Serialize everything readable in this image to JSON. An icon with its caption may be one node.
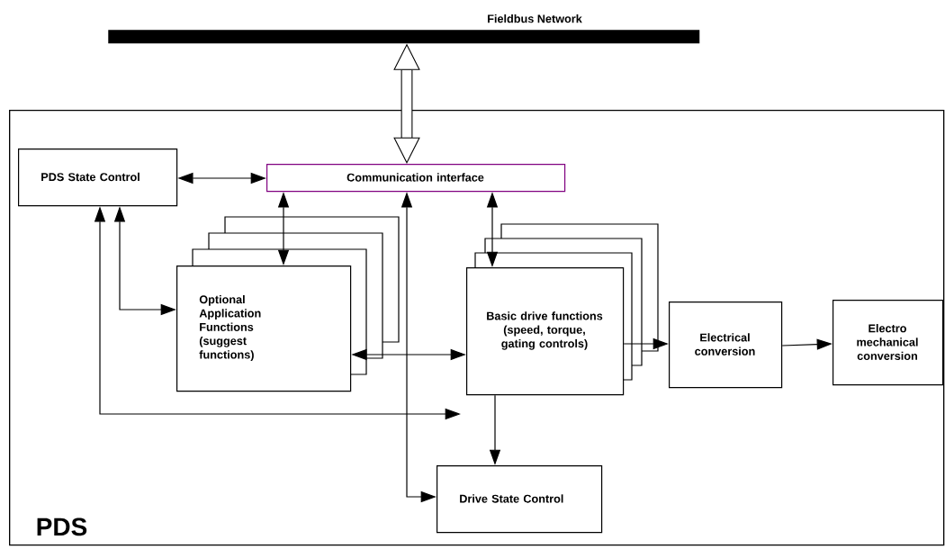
{
  "diagram": {
    "nodes": [
      {
        "text": [
          "PDS"
        ]
      },
      {
        "text": [
          "Fieldbus Network"
        ]
      },
      {
        "text": [
          "PDS State Control"
        ],
        "in": 0
      },
      {
        "text": [
          "Communication interface"
        ],
        "in": 0
      },
      {
        "text": [
          "Optional Application Functions (suggest functions)"
        ],
        "in": 0
      },
      {
        "text": [
          "Basic drive functions (speed, torque, gating controls)"
        ],
        "in": 0
      },
      {
        "text": [
          "Electrical conversion"
        ],
        "in": 0
      },
      {
        "text": [
          "Electro mechanical conversion"
        ],
        "in": 0
      },
      {
        "text": [
          "Drive State Control"
        ],
        "in": 0
      }
    ],
    "edges": [
      {
        "from": 1,
        "to": 3,
        "arrow": "both",
        "style": "thick"
      },
      {
        "from": 2,
        "to": 3,
        "arrow": "both"
      },
      {
        "from": 3,
        "to": 4,
        "arrow": "both"
      },
      {
        "from": 3,
        "to": 5,
        "arrow": "both"
      },
      {
        "from": 2,
        "to": 4,
        "arrow": "both"
      },
      {
        "from": 2,
        "to": null,
        "arrow": "both"
      },
      {
        "from": 4,
        "to": 5,
        "arrow": "both"
      },
      {
        "from": 3,
        "to": 8,
        "arrow": "both"
      },
      {
        "from": 5,
        "to": 8,
        "arrow": "to"
      },
      {
        "from": 5,
        "to": 6,
        "arrow": "to"
      },
      {
        "from": 6,
        "to": 7,
        "arrow": "to"
      }
    ]
  }
}
